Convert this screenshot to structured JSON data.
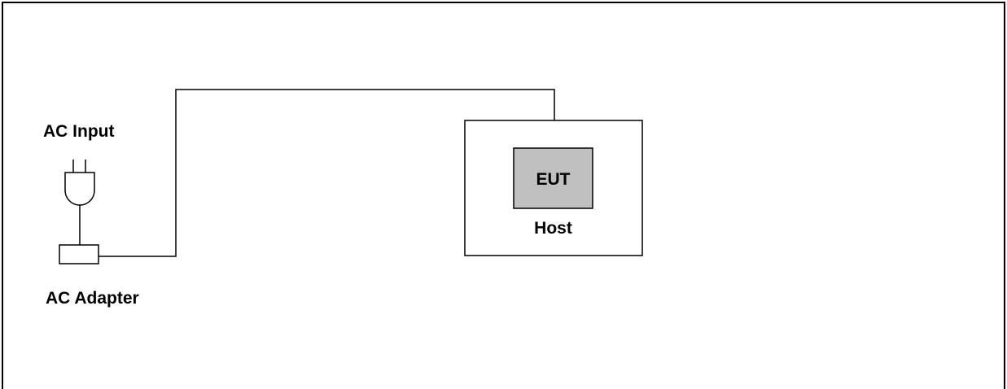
{
  "labels": {
    "ac_input": "AC Input",
    "ac_adapter": "AC Adapter",
    "eut": "EUT",
    "host": "Host"
  },
  "colors": {
    "line": "#000000",
    "eut_fill": "#c0c0c0",
    "background": "#ffffff"
  },
  "icons": {
    "plug": "power-plug-icon"
  }
}
